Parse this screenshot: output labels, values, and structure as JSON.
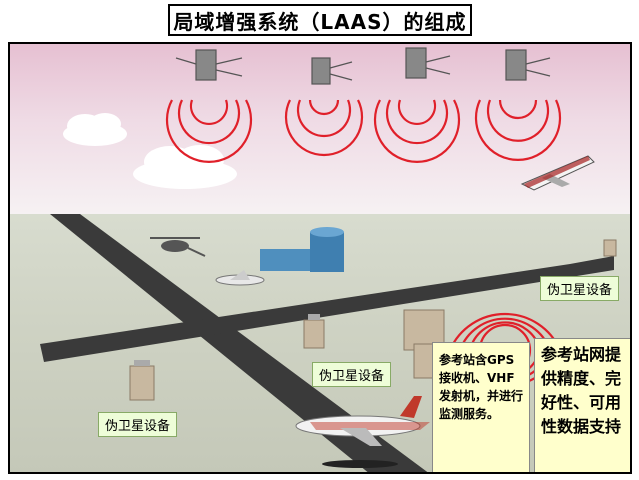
{
  "title": "局域增强系统（LAAS）的组成",
  "labels": {
    "equipment_right": "伪卫星设备",
    "equipment_mid": "伪卫星设备",
    "equipment_left": "伪卫星设备"
  },
  "reference_station_box": "参考站含GPS接收机、VHF发射机，并进行监测服务。",
  "reference_network_box": "参考站网提供精度、完好性、可用性数据支持",
  "colors": {
    "radio_wave": "#e0202a",
    "runway": "#3a3a3a",
    "label_bg": "#eefdd8",
    "info_box_bg": "#ffffcc"
  },
  "icons": [
    "satellite-icon",
    "airplane-icon",
    "helicopter-icon",
    "terminal-building-icon",
    "pseudolite-icon",
    "cloud-icon"
  ]
}
